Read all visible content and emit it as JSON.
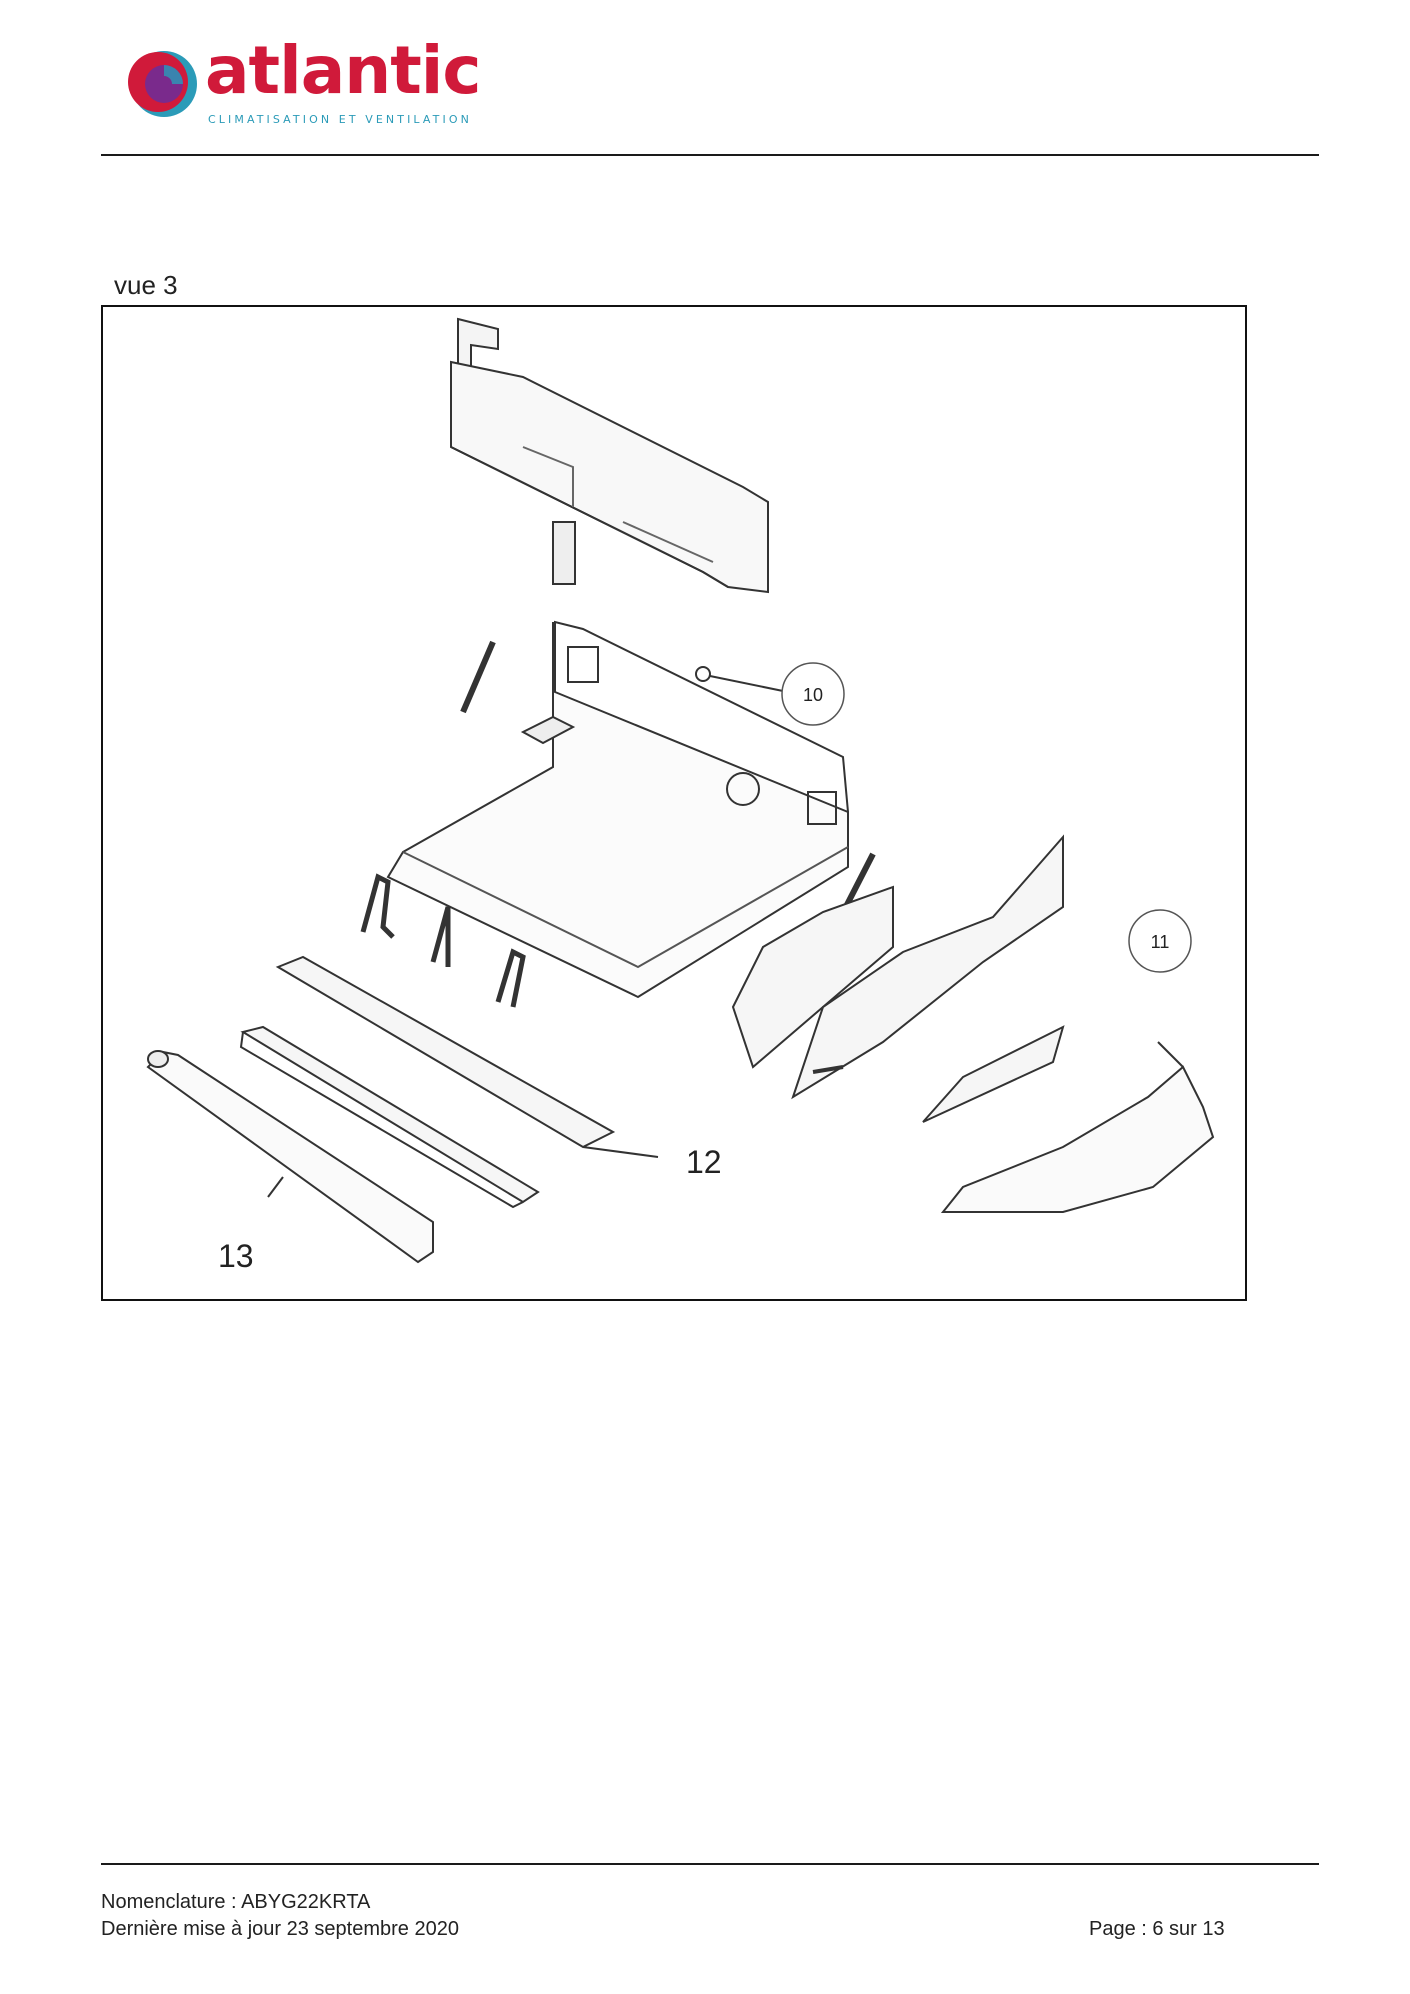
{
  "header": {
    "brand_name": "atlantic",
    "brand_tagline": "CLIMATISATION ET VENTILATION",
    "brand_colors": [
      "#d01a3a",
      "#7a2a8c",
      "#2b9bb8"
    ]
  },
  "view": {
    "title": "vue 3",
    "callouts": [
      "10",
      "11",
      "12",
      "13"
    ]
  },
  "footer": {
    "nomenclature": "Nomenclature : ABYG22KRTA",
    "last_update": "Dernière mise à jour 23 septembre 2020",
    "page": "Page : 6 sur 13"
  }
}
